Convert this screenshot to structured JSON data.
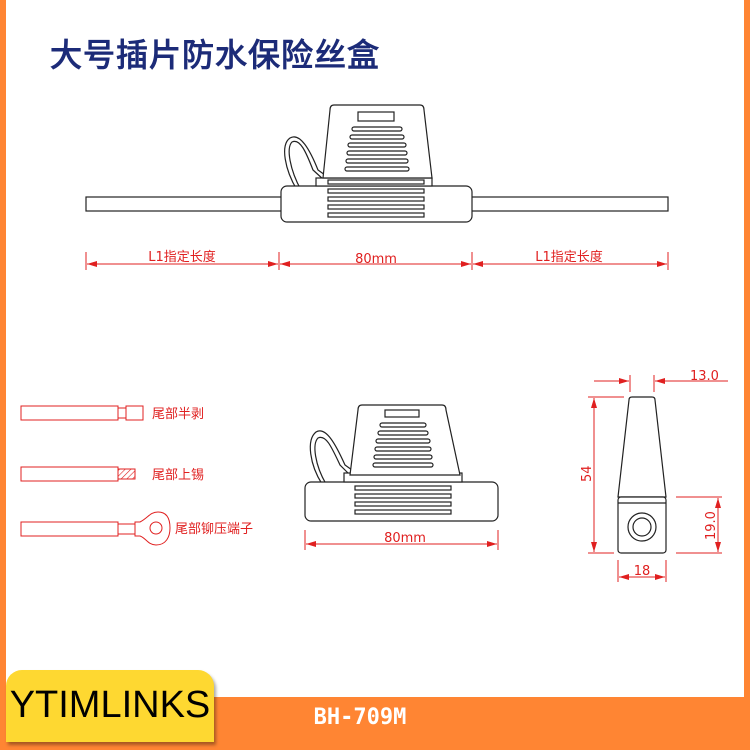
{
  "title": "大号插片防水保险丝盒",
  "top_view": {
    "left_length": "L1指定长度",
    "middle_length": "80mm",
    "right_length": "L1指定长度"
  },
  "wire_options": [
    {
      "label": "尾部半剥"
    },
    {
      "label": "尾部上锡"
    },
    {
      "label": "尾部铆压端子"
    }
  ],
  "side_view": {
    "width": "80mm"
  },
  "end_view": {
    "top_width": "13.0",
    "height": "54",
    "base_height": "19.0",
    "base_width": "18"
  },
  "footer": {
    "brand": "YTIMLINKS",
    "model": "BH-709M"
  },
  "colors": {
    "frame": "#ff8533",
    "tab": "#fed831",
    "title": "#1c2b78",
    "dimension": "#e02020"
  }
}
